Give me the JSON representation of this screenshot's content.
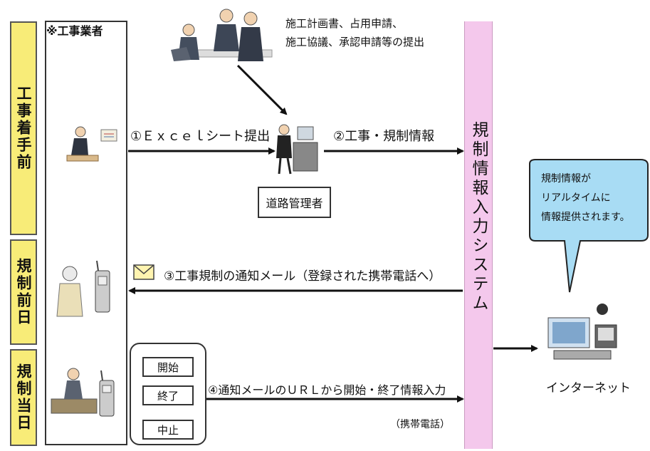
{
  "phases": [
    {
      "id": "before",
      "label": "工事着手前"
    },
    {
      "id": "day-before",
      "label": "規制前日"
    },
    {
      "id": "same-day",
      "label": "規制当日"
    }
  ],
  "contractor_label": "※工事業者",
  "meeting_note": [
    "施工計画書、占用申請、",
    "施工協議、承認申請等の提出"
  ],
  "road_manager": "道路管理者",
  "system_label": "規制情報入力システム",
  "steps": {
    "step1": "①Ｅｘｃｅｌシート提出",
    "step2": "②工事・規制情報",
    "step3": "③工事規制の通知メール（登録された携帯電話へ）",
    "step4": "④通知メールのＵＲＬから開始・終了情報入力",
    "step4_sub": "（携帯電話）"
  },
  "actions": [
    "開始",
    "終了",
    "中止"
  ],
  "bubble": [
    "規制情報が",
    "リアルタイムに",
    "情報提供されます。"
  ],
  "internet_label": "インターネット",
  "colors": {
    "phase_bg": "#f8ec78",
    "system_bg": "#f4c8ec",
    "bubble_bg": "#a8dcf4",
    "line": "#111111"
  }
}
